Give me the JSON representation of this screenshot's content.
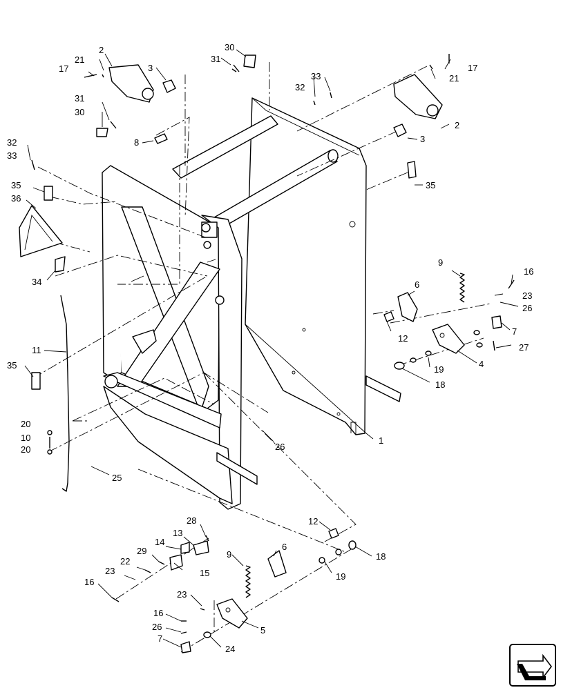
{
  "callouts": [
    "1",
    "2",
    "2",
    "3",
    "3",
    "4",
    "5",
    "6",
    "6",
    "7",
    "7",
    "8",
    "9",
    "9",
    "10",
    "11",
    "12",
    "12",
    "13",
    "14",
    "15",
    "16",
    "16",
    "16",
    "17",
    "17",
    "18",
    "18",
    "19",
    "19",
    "20",
    "20",
    "21",
    "21",
    "22",
    "23",
    "23",
    "23",
    "24",
    "25",
    "26",
    "26",
    "26",
    "27",
    "28",
    "29",
    "30",
    "30",
    "31",
    "31",
    "32",
    "32",
    "33",
    "33",
    "34",
    "35",
    "35",
    "35",
    "36"
  ],
  "nav_icon": "next-page-arrow-icon"
}
